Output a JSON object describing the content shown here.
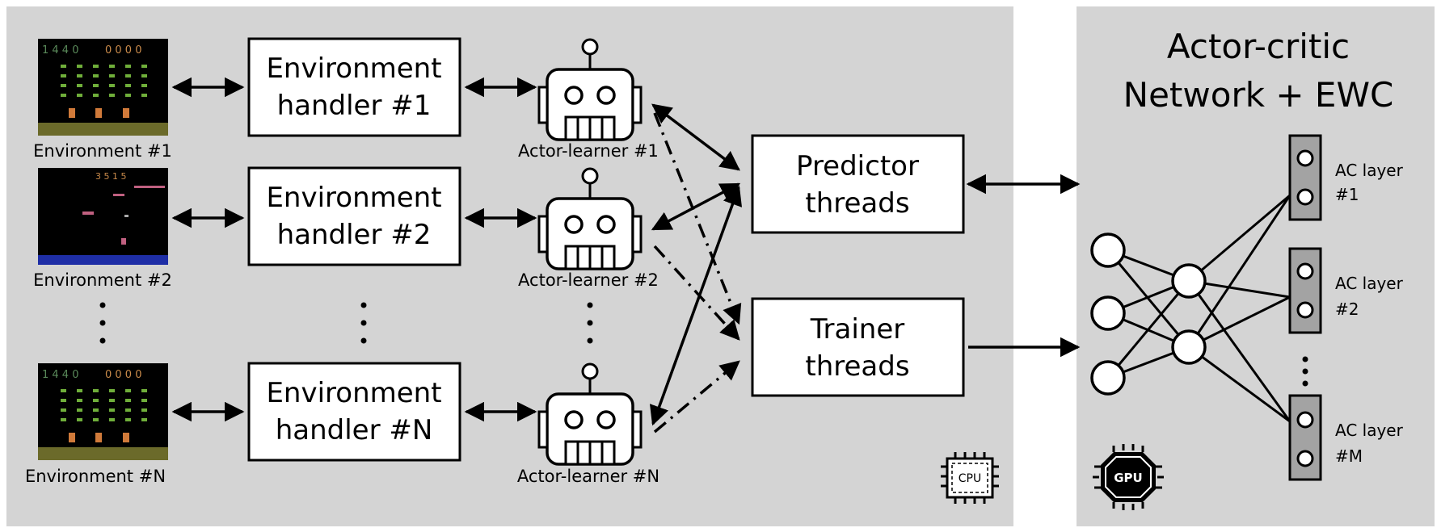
{
  "colors": {
    "panel_bg": "#d4d4d4",
    "box_fill": "#ffffff",
    "stroke": "#000000",
    "layer_fill": "#a3a3a3",
    "atari_bg": "#000000",
    "atari_ground": "#6b6a2a",
    "atari_water": "#1e2ea6"
  },
  "environments": [
    {
      "label": "Environment #1",
      "game": "space-invaders"
    },
    {
      "label": "Environment #2",
      "game": "water-game"
    },
    {
      "label": "Environment #N",
      "game": "space-invaders"
    }
  ],
  "handlers": [
    {
      "line1": "Environment",
      "line2": "handler #1"
    },
    {
      "line1": "Environment",
      "line2": "handler #2"
    },
    {
      "line1": "Environment",
      "line2": "handler #N"
    }
  ],
  "actors": [
    {
      "label": "Actor-learner #1"
    },
    {
      "label": "Actor-learner #2"
    },
    {
      "label": "Actor-learner #N"
    }
  ],
  "predictor": {
    "line1": "Predictor",
    "line2": "threads"
  },
  "trainer": {
    "line1": "Trainer",
    "line2": "threads"
  },
  "network": {
    "title_line1": "Actor-critic",
    "title_line2": "Network + EWC"
  },
  "ac_layers": [
    {
      "line1": "AC layer",
      "line2": "#1"
    },
    {
      "line1": "AC layer",
      "line2": "#2"
    },
    {
      "line1": "AC layer",
      "line2": "#M"
    }
  ],
  "chips": {
    "cpu": "CPU",
    "gpu": "GPU"
  },
  "icons": [
    "robot-icon",
    "cpu-chip-icon",
    "gpu-chip-icon",
    "ellipsis-dots-icon"
  ]
}
